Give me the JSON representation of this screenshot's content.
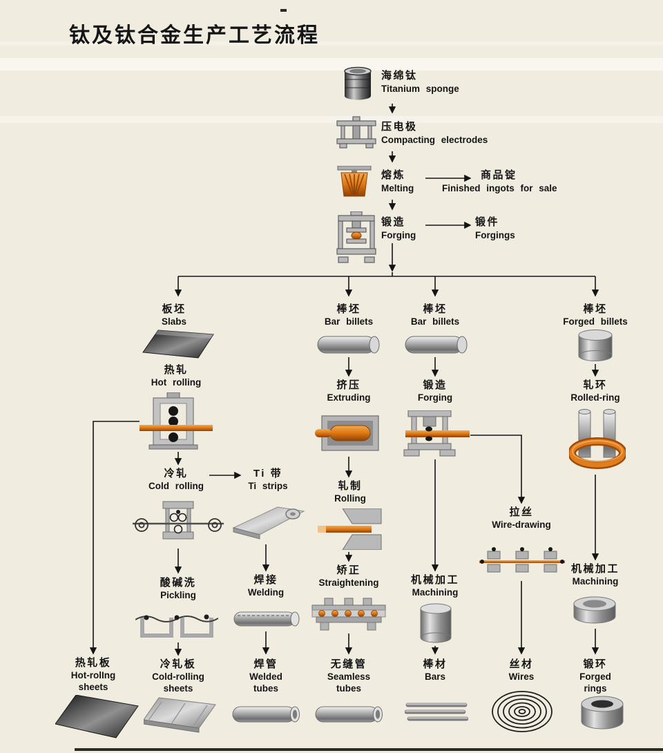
{
  "title": "钛及钛合金生产工艺流程",
  "colors": {
    "background": "#f0ecdf",
    "text": "#141414",
    "accent_orange": "#dd7714",
    "metal_gray": "#a8a8a8"
  },
  "flow": {
    "sponge": {
      "zh": "海绵钛",
      "en": "Titanium sponge",
      "icon": "titanium-sponge-barrel-icon"
    },
    "compacting": {
      "zh": "压电极",
      "en": "Compacting electrodes",
      "icon": "electrode-press-icon"
    },
    "melting": {
      "zh": "熔炼",
      "en": "Melting",
      "icon": "melting-furnace-icon"
    },
    "finished_ingots": {
      "zh": "商品锭",
      "en": "Finished ingots for sale"
    },
    "forging_top": {
      "zh": "锻造",
      "en": "Forging",
      "icon": "forging-press-icon"
    },
    "forgings": {
      "zh": "锻件",
      "en": "Forgings"
    },
    "slabs": {
      "zh": "板坯",
      "en": "Slabs",
      "icon": "slab-icon"
    },
    "hot_rolling": {
      "zh": "热轧",
      "en": "Hot rolling",
      "icon": "hot-rolling-mill-icon"
    },
    "cold_rolling": {
      "zh": "冷轧",
      "en": "Cold rolling",
      "icon": "cold-rolling-mill-icon"
    },
    "ti_strips": {
      "zh": "Ti 带",
      "en": "Ti strips",
      "icon": "ti-strip-icon"
    },
    "pickling": {
      "zh": "酸碱洗",
      "en": "Pickling",
      "icon": "pickling-line-icon"
    },
    "welding": {
      "zh": "焊接",
      "en": "Welding",
      "icon": "welded-tube-icon"
    },
    "hot_rolling_sheets": {
      "zh": "热轧板",
      "en": "Hot-rolIng",
      "en2": "sheets",
      "icon": "dark-sheet-icon"
    },
    "cold_rolling_sheets": {
      "zh": "冷轧板",
      "en": "Cold-rolling",
      "en2": "sheets",
      "icon": "sheet-stack-icon"
    },
    "welded_tubes": {
      "zh": "焊管",
      "en": "Welded",
      "en2": "tubes",
      "icon": "tube-icon"
    },
    "bar_billets_1": {
      "zh": "棒坯",
      "en": "Bar billets",
      "icon": "bar-billet-icon"
    },
    "extruding": {
      "zh": "挤压",
      "en": "Extruding",
      "icon": "extrusion-press-icon"
    },
    "rolling": {
      "zh": "轧制",
      "en": "Rolling",
      "icon": "tube-rolling-icon"
    },
    "straightening": {
      "zh": "矫正",
      "en": "Straightening",
      "icon": "straightening-machine-icon"
    },
    "seamless_tubes": {
      "zh": "无缝管",
      "en": "Seamless",
      "en2": "tubes",
      "icon": "tube-icon"
    },
    "bar_billets_2": {
      "zh": "棒坯",
      "en": "Bar billets",
      "icon": "bar-billet-icon"
    },
    "forging_2": {
      "zh": "锻造",
      "en": "Forging",
      "icon": "bar-forging-icon"
    },
    "machining_bars": {
      "zh": "机械加工",
      "en": "Machining",
      "icon": "machined-cylinder-icon"
    },
    "bars": {
      "zh": "棒材",
      "en": "Bars",
      "icon": "bar-rods-icon"
    },
    "wire_drawing": {
      "zh": "拉丝",
      "en": "Wire-drawing",
      "icon": "wire-drawing-icon"
    },
    "wires": {
      "zh": "丝材",
      "en": "Wires",
      "icon": "wire-coil-icon"
    },
    "forged_billets": {
      "zh": "棒坯",
      "en": "Forged billets",
      "icon": "vertical-billet-icon"
    },
    "rolled_ring": {
      "zh": "轧环",
      "en": "Rolled-ring",
      "icon": "ring-rolling-icon"
    },
    "machining_rings": {
      "zh": "机械加工",
      "en": "Machining",
      "icon": "machined-ring-icon"
    },
    "forged_rings": {
      "zh": "锻环",
      "en": "Forged",
      "en2": "rings",
      "icon": "forged-ring-icon"
    }
  }
}
